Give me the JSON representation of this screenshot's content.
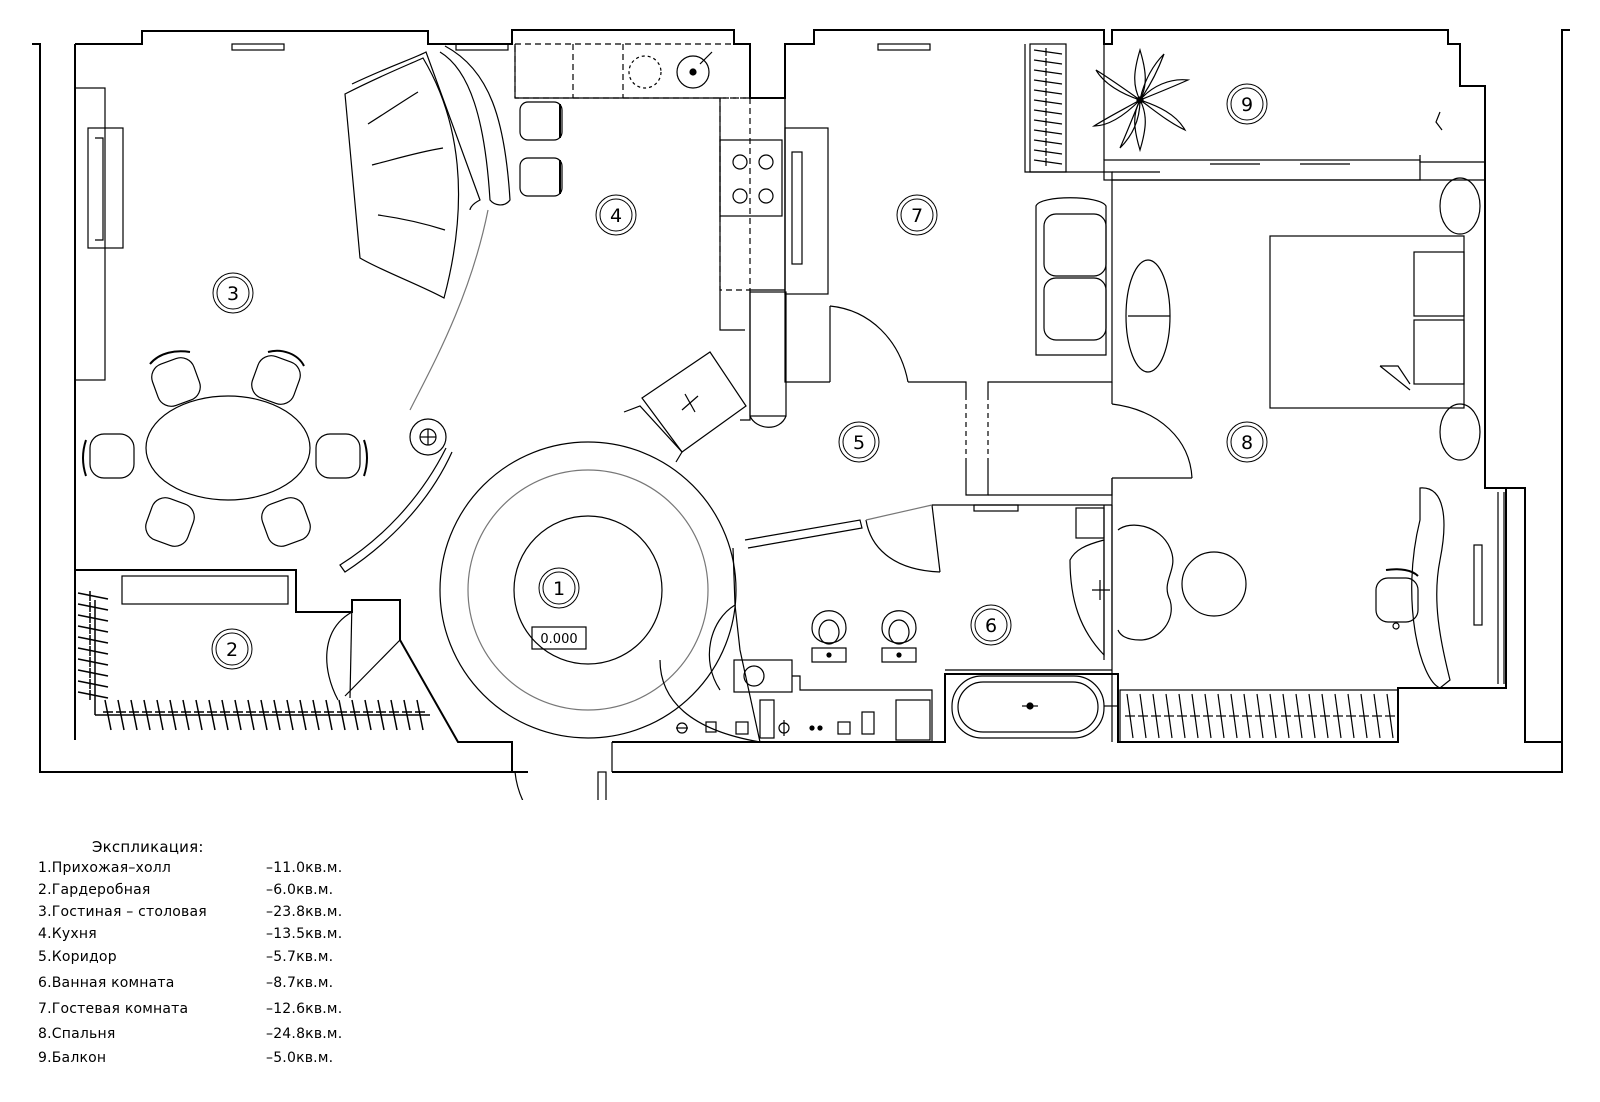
{
  "rooms": [
    {
      "number": "1",
      "name": "Прихожая–холл",
      "area": "–11.0кв.м."
    },
    {
      "number": "2",
      "name": "Гардеробная",
      "area": "–6.0кв.м."
    },
    {
      "number": "3",
      "name": "Гостиная – столовая",
      "area": "–23.8кв.м."
    },
    {
      "number": "4",
      "name": "Кухня",
      "area": "–13.5кв.м."
    },
    {
      "number": "5",
      "name": "Коридор",
      "area": "–5.7кв.м."
    },
    {
      "number": "6",
      "name": "Ванная комната",
      "area": "–8.7кв.м."
    },
    {
      "number": "7",
      "name": "Гостевая комната",
      "area": "–12.6кв.м."
    },
    {
      "number": "8",
      "name": "Спальня",
      "area": "–24.8кв.м."
    },
    {
      "number": "9",
      "name": "Балкон",
      "area": "–5.0кв.м."
    }
  ],
  "legend": {
    "title": "Экспликация:",
    "items": [
      {
        "label": "1.Прихожая–холл",
        "area": "–11.0кв.м."
      },
      {
        "label": "2.Гардеробная",
        "area": "–6.0кв.м."
      },
      {
        "label": "3.Гостиная – столовая",
        "area": "–23.8кв.м."
      },
      {
        "label": "4.Кухня",
        "area": "–13.5кв.м."
      },
      {
        "label": "5.Коридор",
        "area": "–5.7кв.м."
      },
      {
        "label": "6.Ванная комната",
        "area": "–8.7кв.м."
      },
      {
        "label": "7.Гостевая комната",
        "area": "–12.6кв.м."
      },
      {
        "label": "8.Спальня",
        "area": "–24.8кв.м."
      },
      {
        "label": "9.Балкон",
        "area": "–5.0кв.м."
      }
    ]
  },
  "level_mark": "0.000",
  "colors": {
    "line": "#000000",
    "background": "#ffffff"
  }
}
